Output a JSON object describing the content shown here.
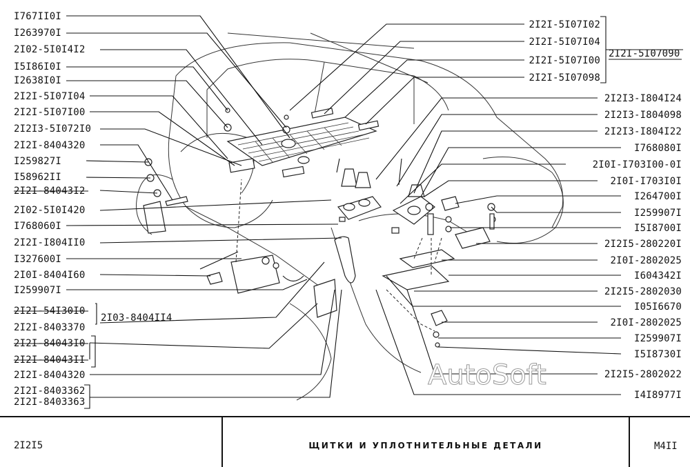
{
  "labels_left": [
    "I767II0I",
    "I263970I",
    "2I02-5I0I4I2",
    "I5I86I0I",
    "I2638I0I",
    "2I2I-5I07I04",
    "2I2I-5I07I00",
    "2I2I3-5I072I0",
    "2I2I-8404320",
    "I259827I",
    "I58962II",
    "2I2I-84043I2",
    "2I02-5I0I420",
    "I768060I",
    "2I2I-I804II0",
    "I327600I",
    "2I0I-8404I60",
    "I259907I",
    "2I2I-54I30I0",
    "2I2I-8403370",
    "2I2I-84043I0",
    "2I2I-84043II",
    "2I2I-8404320",
    "2I2I-8403362",
    "2I2I-8403363"
  ],
  "labels_right": [
    "2I2I-5I07I02",
    "2I2I-5I07I04",
    "2I2I-5I07I00",
    "2I2I-5I07098",
    "2I2I3-I804I24",
    "2I2I3-I804098",
    "2I2I3-I804I22",
    "I768080I",
    "2I0I-I703I00-0I",
    "2I0I-I703I0I",
    "I264700I",
    "I259907I",
    "I5I8700I",
    "2I2I5-280220I",
    "2I0I-2802025",
    "I604342I",
    "2I2I5-2802030",
    "I05I6670",
    "2I0I-2802025",
    "I259907I",
    "I5I8730I",
    "2I2I5-2802022",
    "I4I8977I"
  ],
  "group_label": "2I2I-5I07090",
  "bracket_label": "2I03-8404II4",
  "watermark": "AutoSoft",
  "title_block": {
    "model": "2I2I5",
    "title": "ЩИТКИ И УПЛОТНИТЕЛЬНЫЕ ДЕТАЛИ",
    "sheet": "M4II"
  }
}
